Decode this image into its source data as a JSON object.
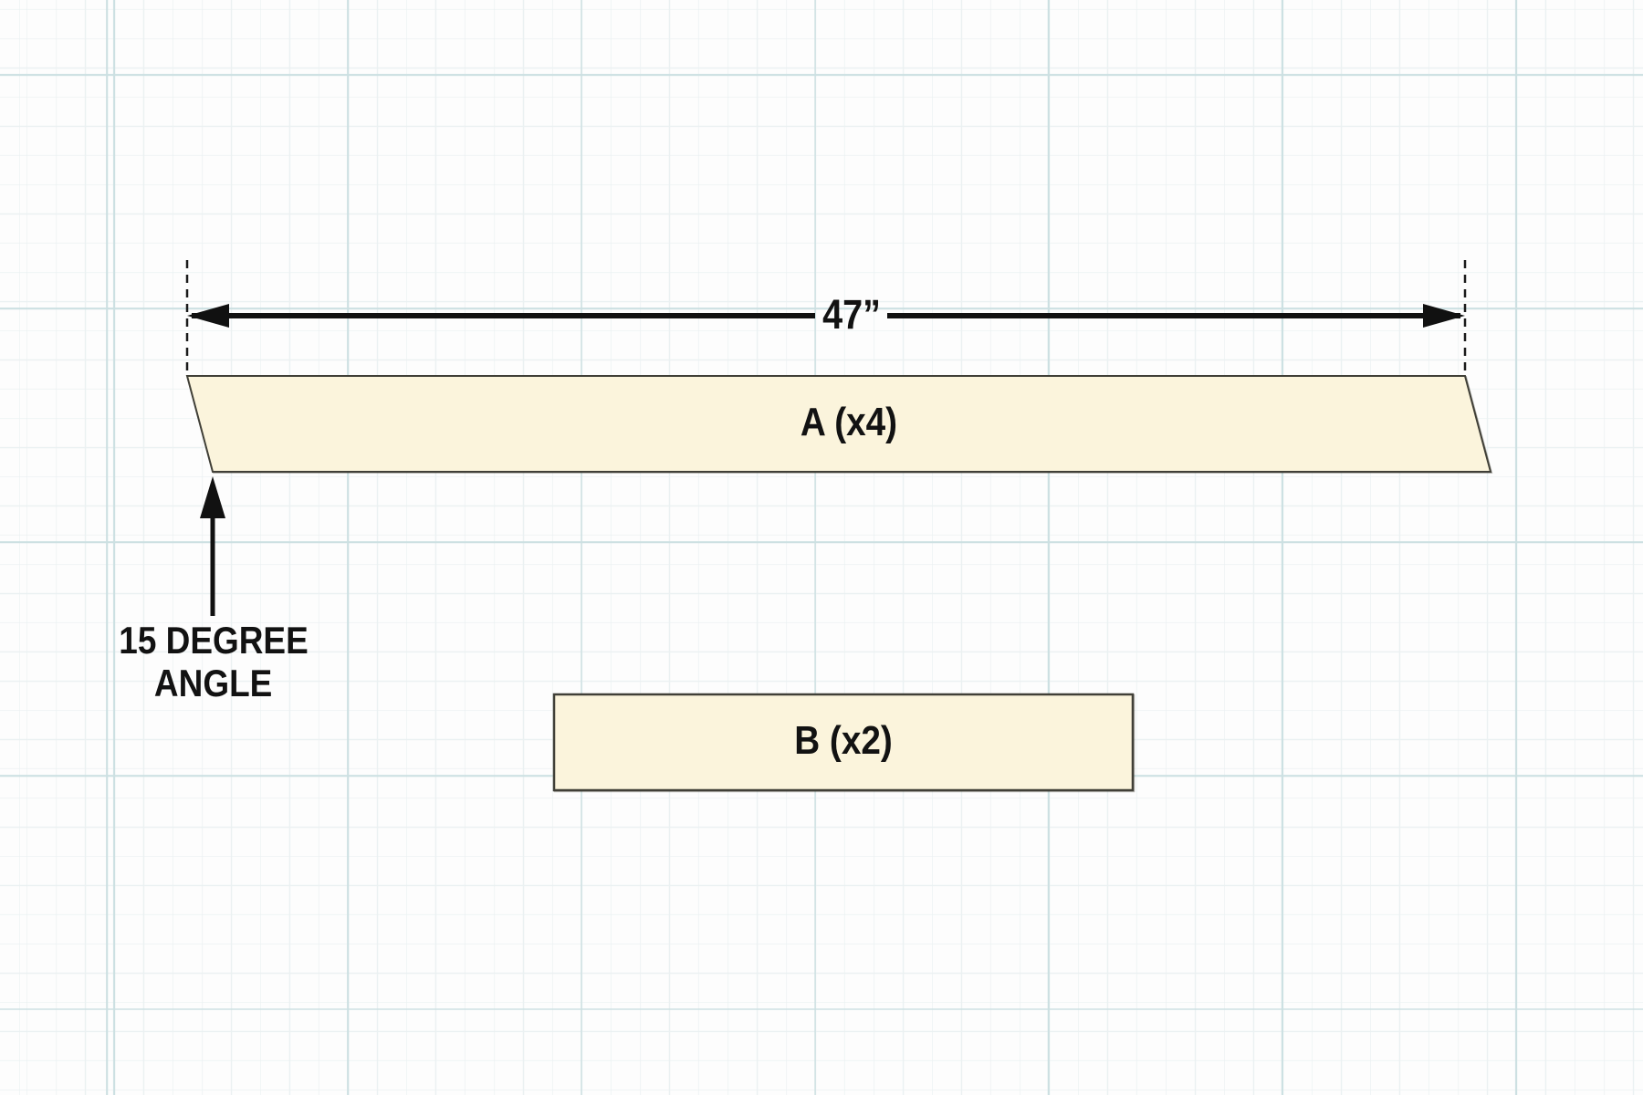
{
  "diagram": {
    "type": "woodworking-cut-diagram",
    "dimension": {
      "label": "47”"
    },
    "pieces": [
      {
        "id": "A",
        "label": "A (x4)",
        "quantity": 4,
        "shape": "parallelogram",
        "end_cut": "15 degree angle"
      },
      {
        "id": "B",
        "label": "B (x2)",
        "quantity": 2,
        "shape": "rectangle"
      }
    ],
    "angle_note": {
      "line1": "15 DEGREE",
      "line2": "ANGLE"
    },
    "colors": {
      "background": "#FDFDFD",
      "grid_minor": "#EBF1F2",
      "grid_major": "#CCE0E2",
      "piece_fill": "#FBF4DC",
      "piece_border": "#403F37",
      "annotation": "#121212"
    }
  }
}
